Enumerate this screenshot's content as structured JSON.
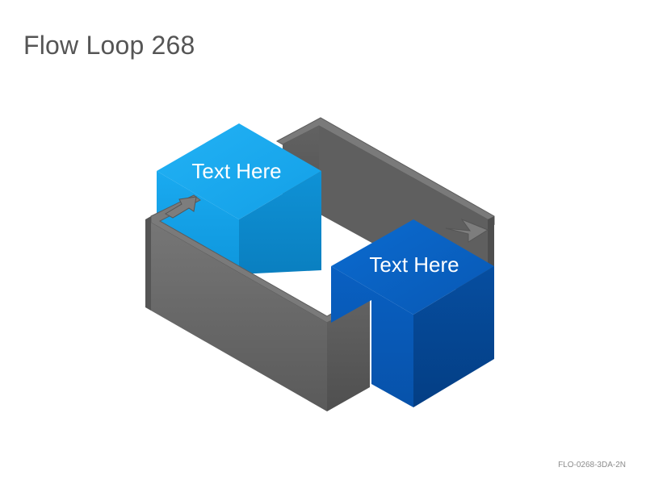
{
  "slide": {
    "title": "Flow Loop 268",
    "code": "FLO-0268-3DA-2N"
  },
  "diagram": {
    "cubes": [
      {
        "label": "Text Here",
        "color": "#1aa9f0"
      },
      {
        "label": "Text Here",
        "color": "#0a63c4"
      }
    ],
    "wall_color": "#6b6b6b"
  }
}
